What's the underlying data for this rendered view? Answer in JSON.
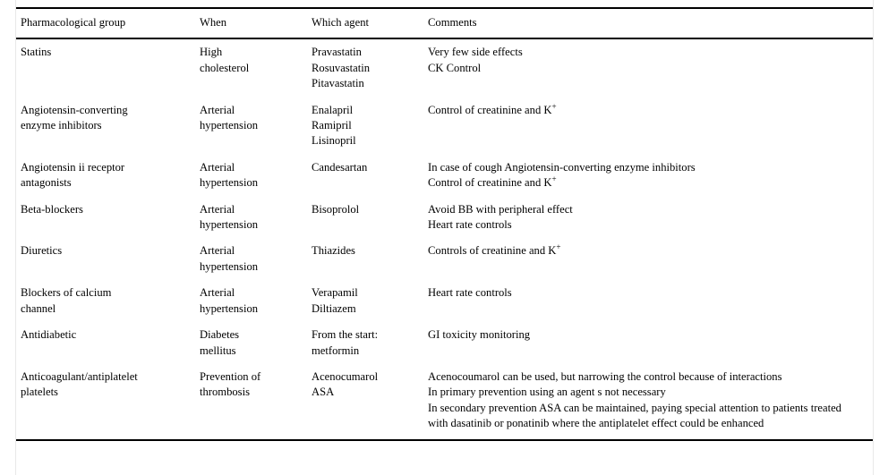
{
  "document": {
    "type": "table",
    "title": "Pharmacological group management table",
    "text_color": "#000000",
    "background_color": "#ffffff",
    "rule_color": "#000000"
  },
  "table": {
    "columns": [
      {
        "key": "group",
        "header": "Pharmacological group"
      },
      {
        "key": "when",
        "header": "When"
      },
      {
        "key": "agent",
        "header": "Which agent"
      },
      {
        "key": "comments",
        "header": "Comments"
      }
    ],
    "rows": [
      {
        "group": [
          "Statins"
        ],
        "when": [
          "High",
          "cholesterol"
        ],
        "agent": [
          "Pravastatin",
          "Rosuvastatin",
          "Pitavastatin"
        ],
        "comments": [
          "Very few side effects",
          "CK Control"
        ]
      },
      {
        "group": [
          "Angiotensin-converting",
          "enzyme inhibitors"
        ],
        "when": [
          "Arterial",
          "hypertension"
        ],
        "agent": [
          "Enalapril",
          "Ramipril",
          "Lisinopril"
        ],
        "comments": [
          "Control of creatinine and K<sup>+</sup>"
        ]
      },
      {
        "group": [
          "Angiotensin ii receptor",
          "antagonists"
        ],
        "when": [
          "Arterial",
          "hypertension"
        ],
        "agent": [
          "Candesartan"
        ],
        "comments": [
          "In case of cough Angiotensin-converting enzyme inhibitors",
          "Control of creatinine and K<sup>+</sup>"
        ]
      },
      {
        "group": [
          "Beta-blockers"
        ],
        "when": [
          "Arterial",
          "hypertension"
        ],
        "agent": [
          "Bisoprolol"
        ],
        "comments": [
          "Avoid BB with peripheral effect",
          "Heart rate controls"
        ]
      },
      {
        "group": [
          "Diuretics"
        ],
        "when": [
          "Arterial",
          "hypertension"
        ],
        "agent": [
          "Thiazides"
        ],
        "comments": [
          "Controls of creatinine and K<sup>+</sup>"
        ]
      },
      {
        "group": [
          "Blockers of calcium",
          "channel"
        ],
        "when": [
          "Arterial",
          "hypertension"
        ],
        "agent": [
          "Verapamil",
          "Diltiazem"
        ],
        "comments": [
          "Heart rate controls"
        ]
      },
      {
        "group": [
          "Antidiabetic"
        ],
        "when": [
          "Diabetes",
          "mellitus"
        ],
        "agent": [
          "From the start:",
          "metformin"
        ],
        "comments": [
          "GI toxicity monitoring"
        ]
      },
      {
        "group": [
          "Anticoagulant/antiplatelet",
          "platelets"
        ],
        "when": [
          "Prevention of",
          "thrombosis"
        ],
        "agent": [
          "Acenocumarol",
          "ASA"
        ],
        "comments": [
          "Acenocoumarol can be used, but narrowing the control because of interactions",
          "In primary prevention using an agent s not necessary",
          "In secondary prevention ASA can be maintained, paying special attention to patients treated with dasatinib or ponatinib where the antiplatelet effect could be enhanced"
        ]
      }
    ]
  }
}
